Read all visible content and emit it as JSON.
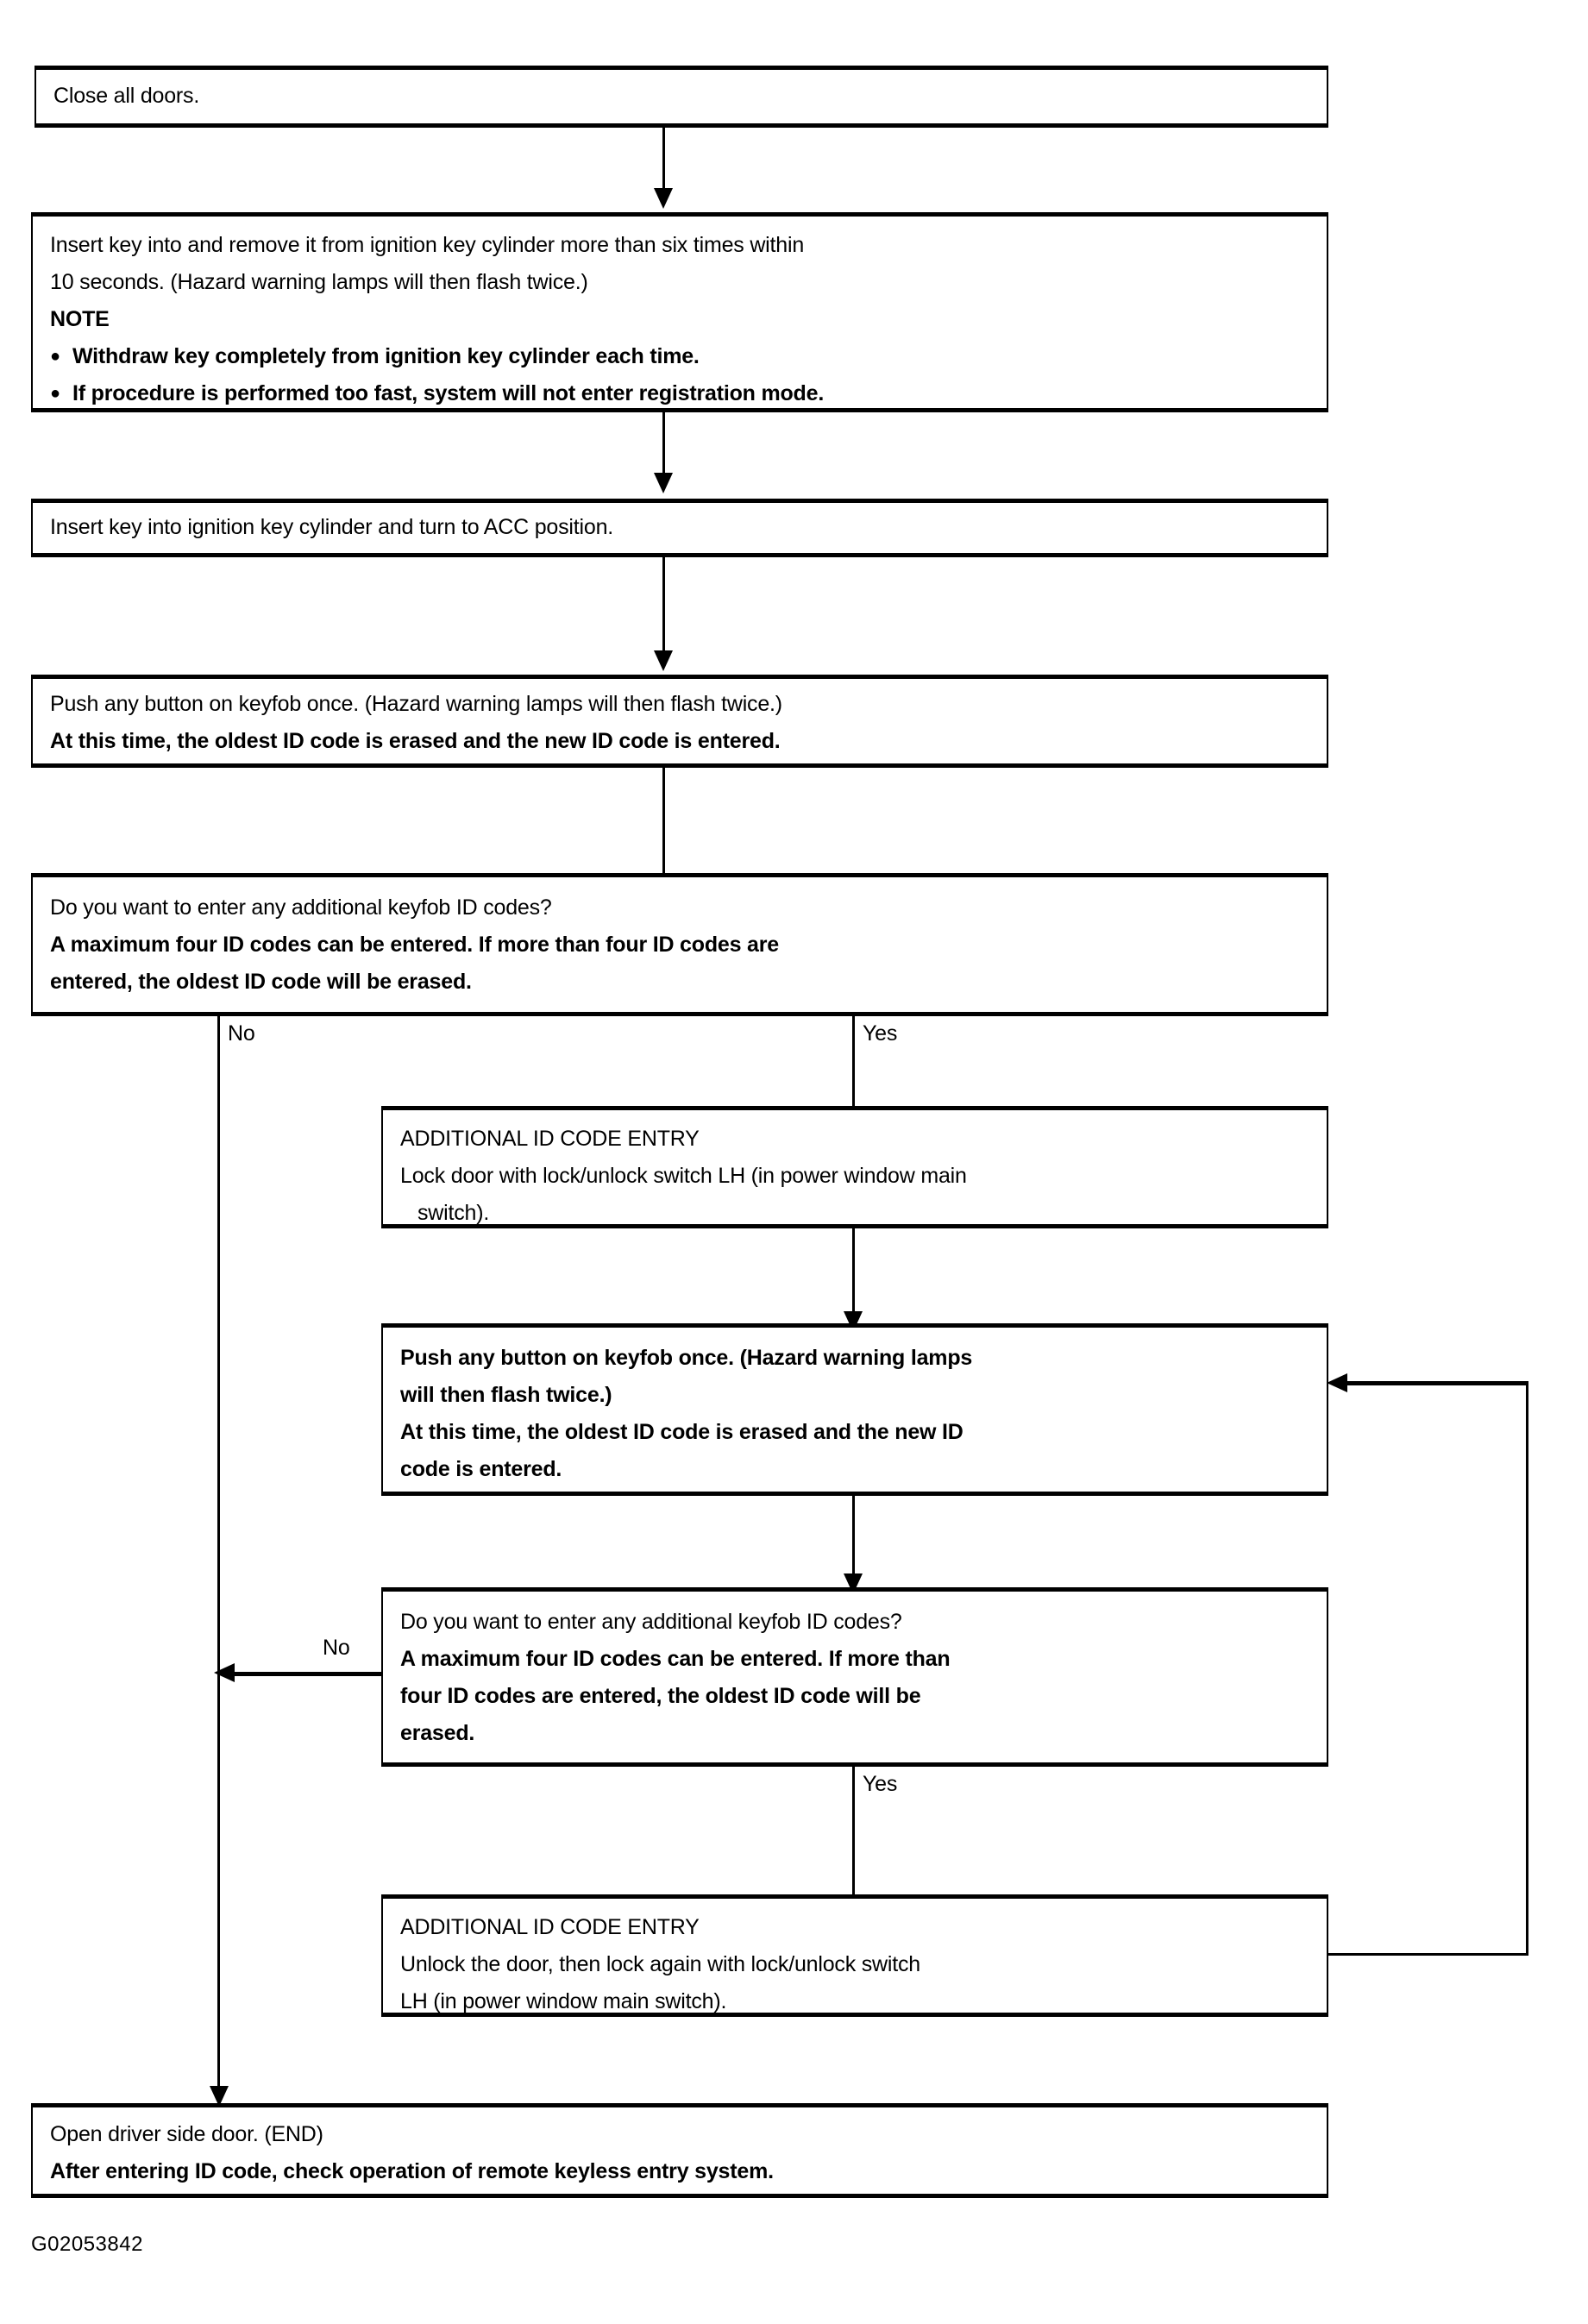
{
  "figure": {
    "reference_code": "G02053842",
    "title": "Keyfob ID code registration procedure flowchart"
  },
  "nodes": {
    "close_doors": {
      "lines": [
        {
          "text": "Close all doors.",
          "bold": false
        }
      ]
    },
    "insert_remove_key": {
      "lines": [
        {
          "text": "Insert key into and remove it from ignition key cylinder more than six times within",
          "bold": false
        },
        {
          "text": "10 seconds. (Hazard warning lamps will then flash twice.)",
          "bold": false
        },
        {
          "text": "NOTE",
          "bold": true
        }
      ],
      "bullets": [
        {
          "text": "Withdraw key completely from ignition key cylinder each time."
        },
        {
          "text": "If procedure is performed too fast, system will not enter registration mode."
        }
      ]
    },
    "turn_acc": {
      "lines": [
        {
          "text": "Insert key into ignition key cylinder and turn to ACC position.",
          "bold": false
        }
      ]
    },
    "push_button_1": {
      "lines": [
        {
          "text": "Push any button on keyfob once. (Hazard warning lamps will then flash twice.)",
          "bold": false
        },
        {
          "text": "At this time, the oldest ID code is erased and the new ID code is entered.",
          "bold": true
        }
      ]
    },
    "decision_1": {
      "lines": [
        {
          "text": "Do you want to enter any additional keyfob ID codes?",
          "bold": false
        },
        {
          "text": "A maximum four ID codes can be entered. If more than four ID codes are",
          "bold": true
        },
        {
          "text": "entered, the oldest ID code will be erased.",
          "bold": true
        }
      ]
    },
    "additional_entry_1": {
      "lines": [
        {
          "text": "ADDITIONAL ID CODE ENTRY",
          "bold": false
        },
        {
          "text": "Lock door with lock/unlock switch LH (in power window main",
          "bold": false
        },
        {
          "text": "switch).",
          "bold": false,
          "hang": true
        }
      ]
    },
    "push_button_2": {
      "lines": [
        {
          "text": "Push any button on keyfob once. (Hazard warning lamps",
          "bold": true
        },
        {
          "text": "will then flash twice.)",
          "bold": true
        },
        {
          "text": "At this time, the oldest ID code is erased and the new ID",
          "bold": true
        },
        {
          "text": "code is entered.",
          "bold": true
        }
      ]
    },
    "decision_2": {
      "lines": [
        {
          "text": "Do you want to enter any additional keyfob ID codes?",
          "bold": false
        },
        {
          "text": "A maximum four ID codes can be entered. If more than",
          "bold": true
        },
        {
          "text": "four ID codes are entered, the oldest ID code will be",
          "bold": true
        },
        {
          "text": "erased.",
          "bold": true
        }
      ]
    },
    "additional_entry_2": {
      "lines": [
        {
          "text": "ADDITIONAL ID CODE ENTRY",
          "bold": false
        },
        {
          "text": "Unlock the door, then lock again with lock/unlock switch",
          "bold": false
        },
        {
          "text": "LH (in power window main switch).",
          "bold": false
        }
      ]
    },
    "end_node": {
      "lines": [
        {
          "text": "Open driver side door. (END)",
          "bold": false
        },
        {
          "text": "After entering ID code, check operation of remote keyless entry system.",
          "bold": true
        }
      ]
    }
  },
  "edge_labels": {
    "decision1_no": "No",
    "decision1_yes": "Yes",
    "decision2_no": "No",
    "decision2_yes": "Yes"
  }
}
